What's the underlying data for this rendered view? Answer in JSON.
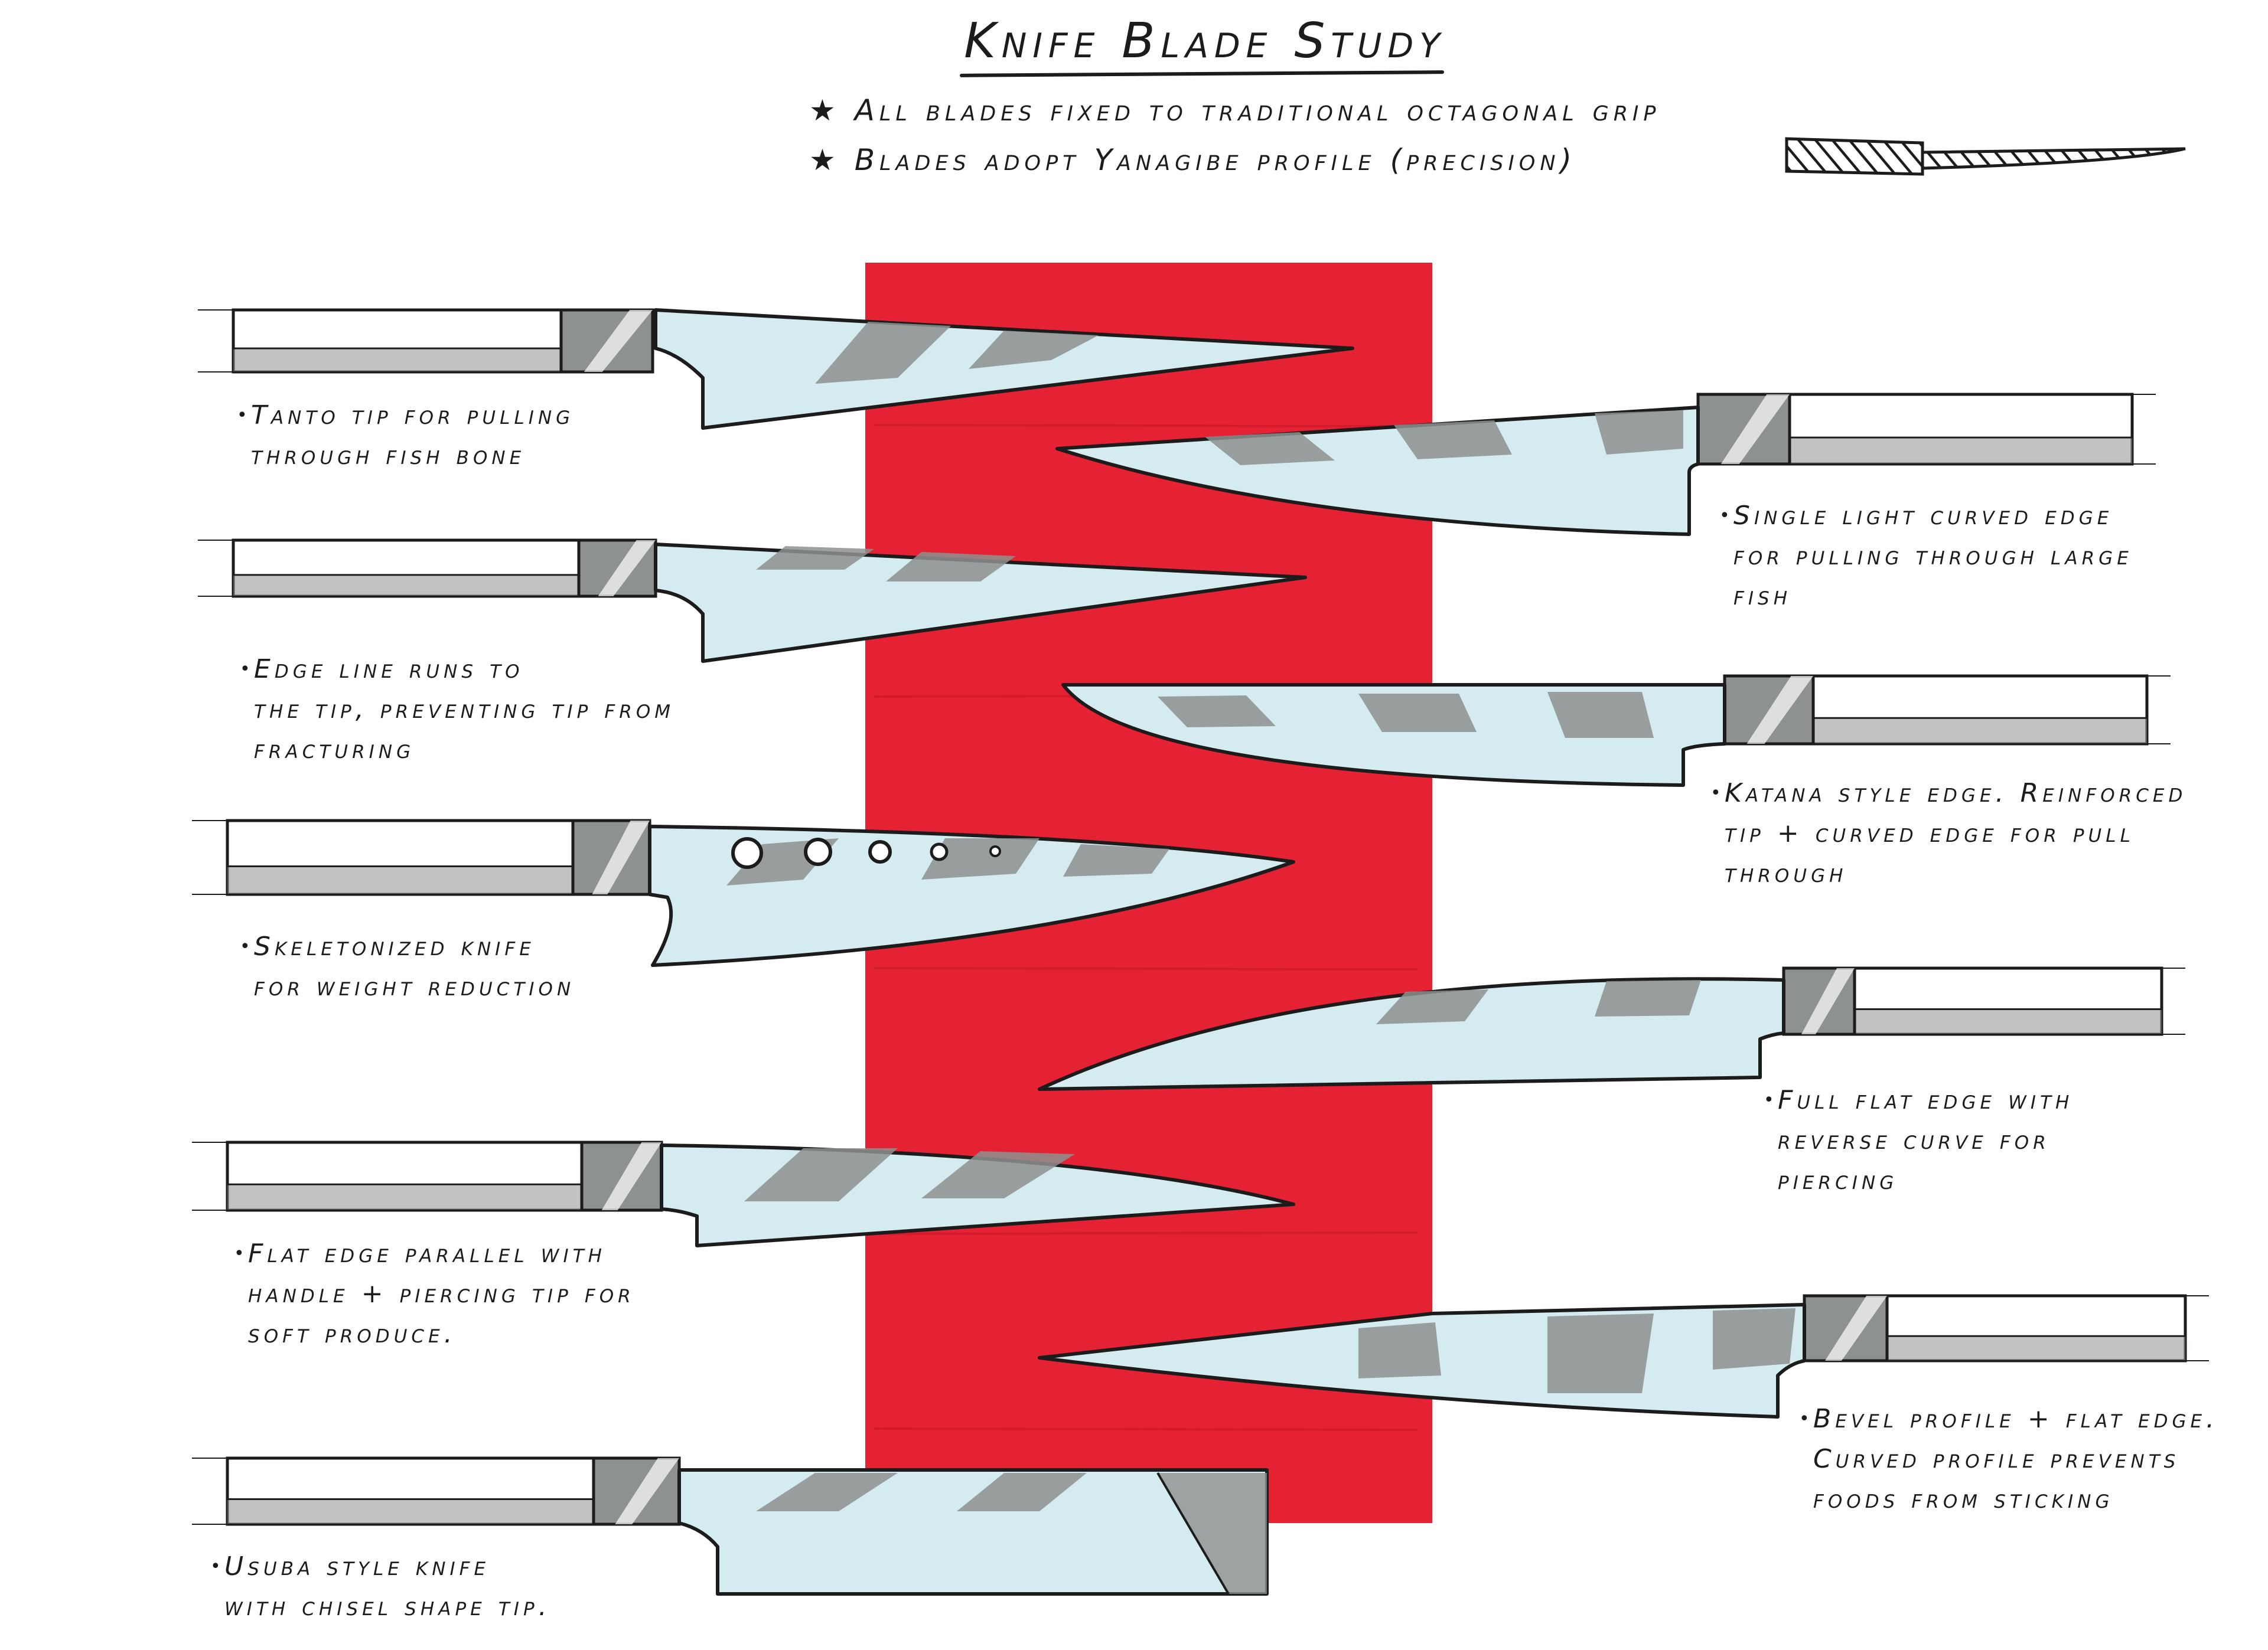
{
  "title": "Knife Blade Study",
  "notes": [
    "★ All blades fixed to traditional octagonal grip",
    "★ Blades adopt Yanagibe profile (precision)"
  ],
  "colors": {
    "accent_red": "#e42233",
    "ink": "#1c1c1c",
    "grey_shade": "#8d918f",
    "blue_wash": "#d4ecef"
  },
  "captions": [
    {
      "id": "tanto",
      "text": "Tanto tip for pulling\nthrough fish bone"
    },
    {
      "id": "single-curve",
      "text": "Single light curved edge\nfor pulling through large\nfish"
    },
    {
      "id": "edge-line",
      "text": "Edge line runs to\nthe tip, preventing tip from\nfracturing"
    },
    {
      "id": "katana",
      "text": "Katana style edge. Reinforced\ntip + curved edge for pull\nthrough"
    },
    {
      "id": "skeleton",
      "text": "Skeletonized knife\nfor weight reduction"
    },
    {
      "id": "reverse-curve",
      "text": "Full flat edge with\nreverse curve for\npiercing"
    },
    {
      "id": "flat-edge",
      "text": "Flat edge parallel with\nhandle + piercing tip for\nsoft produce."
    },
    {
      "id": "bevel",
      "text": "Bevel profile + flat edge.\nCurved profile prevents\nfoods from sticking"
    },
    {
      "id": "usuba",
      "text": "Usuba style knife\nwith chisel shape tip."
    }
  ]
}
